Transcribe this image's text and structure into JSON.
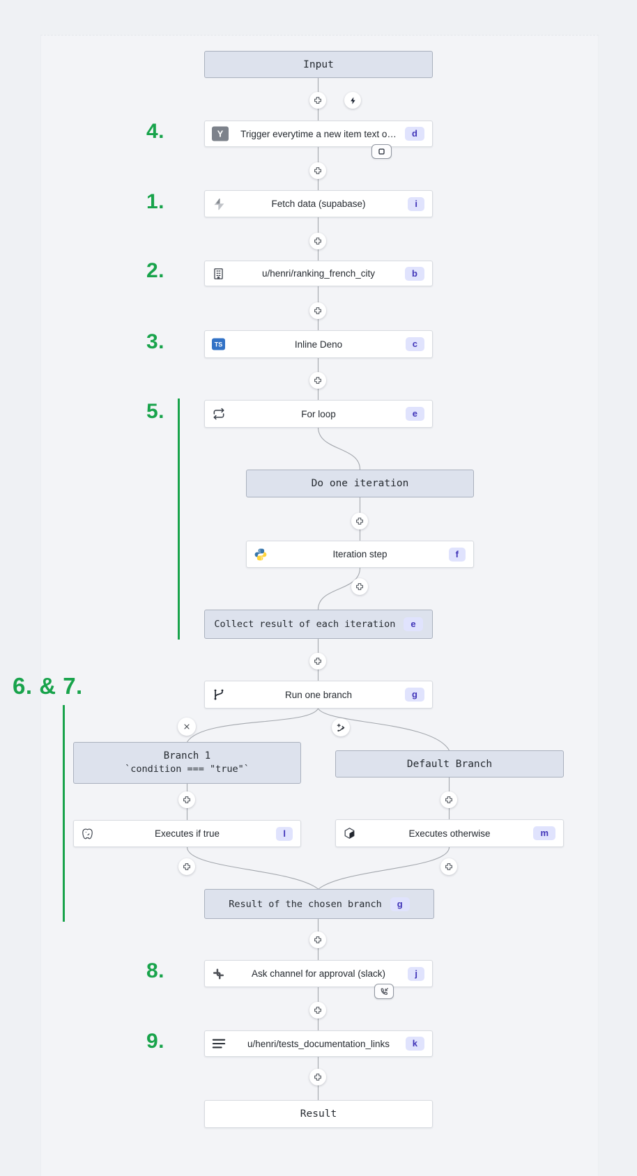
{
  "colors": {
    "background": "#eff1f4",
    "canvas": "#f3f4f7",
    "node_bg_white": "#ffffff",
    "node_bg_gray": "#dde2ed",
    "node_border_gray": "#a9b0bd",
    "edge": "#a3a7ad",
    "badge_bg": "#e0e3fd",
    "badge_text": "#4034b8",
    "annotation_green": "#18a34b",
    "typescript_blue": "#3272c6",
    "hackernews_gray": "#7d828b"
  },
  "annotations": {
    "n4": "4.",
    "n1": "1.",
    "n2": "2.",
    "n3": "3.",
    "n5": "5.",
    "n67": "6. & 7.",
    "n8": "8.",
    "n9": "9."
  },
  "nodes": {
    "input": {
      "label": "Input"
    },
    "trigger": {
      "label": "Trigger everytime a new item text o…",
      "badge": "d",
      "icon": "hackernews-icon",
      "icon_text": "Y"
    },
    "fetch": {
      "label": "Fetch data (supabase)",
      "badge": "i",
      "icon": "supabase-icon"
    },
    "ranking": {
      "label": "u/henri/ranking_french_city",
      "badge": "b",
      "icon": "building-icon"
    },
    "inline_deno": {
      "label": "Inline Deno",
      "badge": "c",
      "icon": "typescript-icon",
      "icon_text": "TS"
    },
    "for_loop": {
      "label": "For loop",
      "badge": "e",
      "icon": "repeat-icon"
    },
    "do_iteration": {
      "label": "Do one iteration"
    },
    "iteration_step": {
      "label": "Iteration step",
      "badge": "f",
      "icon": "python-icon"
    },
    "collect": {
      "label": "Collect result of each iteration",
      "badge": "e"
    },
    "run_branch": {
      "label": "Run one branch",
      "badge": "g",
      "icon": "branch-icon"
    },
    "branch1": {
      "title": "Branch 1",
      "subtitle": "`condition === \"true\"`"
    },
    "default_branch": {
      "label": "Default Branch"
    },
    "exec_true": {
      "label": "Executes if true",
      "badge": "l",
      "icon": "postgresql-icon"
    },
    "exec_otherwise": {
      "label": "Executes otherwise",
      "badge": "m",
      "icon": "cube-icon"
    },
    "branch_result": {
      "label": "Result of the chosen branch",
      "badge": "g"
    },
    "ask_approval": {
      "label": "Ask channel for approval (slack)",
      "badge": "j",
      "icon": "slack-icon"
    },
    "tests_docs": {
      "label": "u/henri/tests_documentation_links",
      "badge": "k",
      "icon": "menu-icon"
    },
    "result": {
      "label": "Result"
    }
  }
}
